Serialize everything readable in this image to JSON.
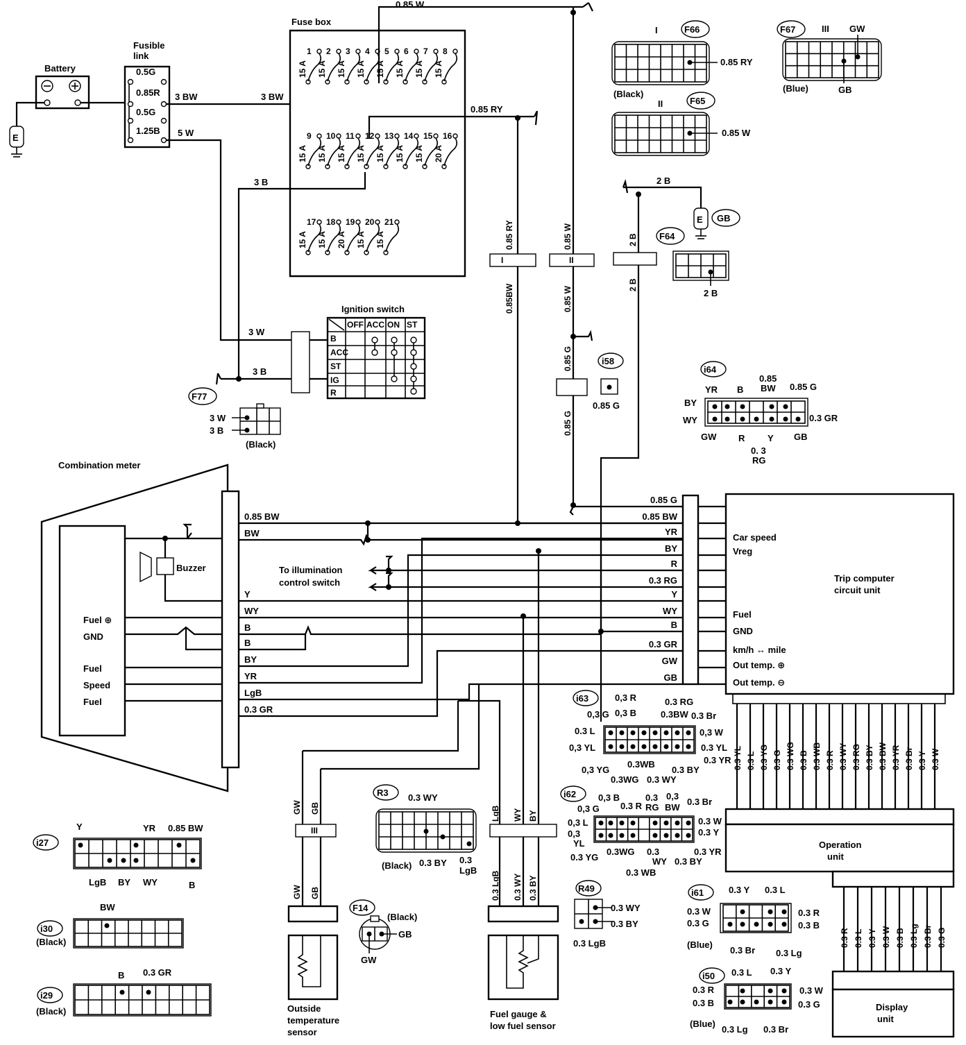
{
  "labels": {
    "battery": "Battery",
    "fusible_link": "Fusible\nlink",
    "fuse_box": "Fuse box",
    "ignition_switch": "Ignition switch",
    "combination_meter": "Combination meter",
    "buzzer": "Buzzer",
    "to_illumination": "To illumination\ncontrol switch",
    "trip_computer": "Trip computer\ncircuit unit",
    "operation_unit": "Operation\nunit",
    "display_unit": "Display\nunit",
    "outside_temp_sensor": "Outside\ntemperature\nsensor",
    "fuel_gauge_sensor": "Fuel gauge &\nlow fuel sensor",
    "ground": "E"
  },
  "fusible_link": [
    "0.5G",
    "0.85R",
    "0.5G",
    "1.25B"
  ],
  "fuse_rows": [
    {
      "numbers": [
        "1",
        "2",
        "3",
        "4",
        "5",
        "6",
        "7",
        "8"
      ],
      "ratings": [
        "15 A",
        "15 A",
        "15 A",
        "15 A",
        "15 A",
        "15 A",
        "15 A",
        "15 A"
      ]
    },
    {
      "numbers": [
        "9",
        "10",
        "11",
        "12",
        "13",
        "14",
        "15",
        "16"
      ],
      "ratings": [
        "15 A",
        "15 A",
        "15 A",
        "15 A",
        "15 A",
        "15 A",
        "15 A",
        "20 A"
      ]
    },
    {
      "numbers": [
        "17",
        "18",
        "19",
        "20",
        "21"
      ],
      "ratings": [
        "15 A",
        "15 A",
        "20 A",
        "15 A",
        "15 A"
      ]
    }
  ],
  "ignition": {
    "columns": [
      "OFF",
      "ACC",
      "ON",
      "ST"
    ],
    "rows": [
      "B",
      "ACC",
      "ST",
      "IG",
      "R"
    ]
  },
  "meter_terminals": [
    "Fuel ⊕",
    "GND",
    "Fuel",
    "Speed",
    "Fuel"
  ],
  "meter_wires": [
    "0.85 BW",
    "BW",
    "Y",
    "WY",
    "B",
    "B",
    "BY",
    "YR",
    "LgB",
    "0.3 GR"
  ],
  "trip_wires": [
    "0.85 G",
    "0.85 BW",
    "YR",
    "BY",
    "R",
    "0.3 RG",
    "Y",
    "WY",
    "B",
    "0.3 GR",
    "GW",
    "GB"
  ],
  "trip_terminals": [
    "Car speed",
    "Vreg",
    "Fuel",
    "GND",
    "km/h ↔ mile",
    "Out temp. ⊕",
    "Out temp. ⊖"
  ],
  "operation_wires": [
    "0.3 YL",
    "0.3 L",
    "0.3 YG",
    "0.3 G",
    "0.3 WG",
    "0.3 B",
    "0.3 WB",
    "0.3 R",
    "0.3 WY",
    "0.3 RG",
    "0.3 BY",
    "0.3 BW",
    "0.3 YR",
    "0.3 Br",
    "0.3 Y",
    "0.3 W"
  ],
  "display_wires": [
    "0.3 R",
    "0.3 L",
    "0.3 Y",
    "0.3 W",
    "0.3 B",
    "0.3 Lg",
    "0.3 Br",
    "0.3 G"
  ],
  "wire_labels": {
    "top_w": "0.85 W",
    "bw3a": "3 BW",
    "bw3b": "3 BW",
    "w5": "5 W",
    "ry": "0.85 RY",
    "b3": "3 B",
    "w3": "3 W",
    "b3b": "3 B",
    "b2top": "2 B",
    "v_ry": "0.85 RY",
    "v_bw": "0.85BW",
    "v_w1": "0.85 W",
    "v_w2": "0.85 W",
    "v_g1": "0.85 G",
    "v_g2": "0.85 G",
    "v_b1": "2 B",
    "v_b2": "2 B",
    "gw": "GW",
    "gb": "GB",
    "lgb": "LgB",
    "wy": "WY",
    "by": "BY",
    "l_lgb": "0.3 LgB",
    "l_wy": "0.3 WY",
    "l_by": "0.3 BY"
  },
  "connectors": {
    "F66": {
      "id": "F66",
      "roman": "I",
      "color": "(Black)",
      "wire": "0.85 RY"
    },
    "F65": {
      "id": "F65",
      "roman": "II",
      "wire": "0.85 W"
    },
    "F67": {
      "id": "F67",
      "roman": "III",
      "color": "(Blue)",
      "top": "GW",
      "bottom": "GB"
    },
    "F64": {
      "id": "F64",
      "wire": "2 B"
    },
    "GB": {
      "id": "GB"
    },
    "F77": {
      "id": "F77",
      "color": "(Black)",
      "w1": "3 W",
      "w2": "3 B"
    },
    "i58": {
      "id": "i58",
      "wire": "0.85 G"
    },
    "i64": {
      "id": "i64",
      "YR": "YR",
      "B": "B",
      "BW": "0.85\nBW",
      "G": "0.85 G",
      "BY": "BY",
      "WY": "WY",
      "GR": "0.3 GR",
      "GW": "GW",
      "R": "R",
      "Y": "Y",
      "GB": "GB",
      "RG": "0.3\nRG"
    },
    "i27": {
      "id": "i27",
      "Y": "Y",
      "YR": "YR",
      "BW": "0.85 BW",
      "LgB": "LgB",
      "BY": "BY",
      "WY": "WY",
      "B": "B"
    },
    "i30": {
      "id": "i30",
      "color": "(Black)",
      "BW": "BW"
    },
    "i29": {
      "id": "i29",
      "color": "(Black)",
      "B": "B",
      "GR": "0.3 GR"
    },
    "R3": {
      "id": "R3",
      "color": "(Black)",
      "WY": "0.3 WY",
      "BY": "0.3 BY",
      "LgB": "0.3\nLgB"
    },
    "F14": {
      "id": "F14",
      "color": "(Black)",
      "GB": "GB",
      "GW": "GW"
    },
    "R49": {
      "id": "R49",
      "WY": "0.3  WY",
      "BY": "0.3  BY",
      "LgB": "0.3  LgB"
    },
    "i63": {
      "id": "i63",
      "pins": [
        "0,3 R",
        "0.3 RG",
        "0,3 G",
        "0,3 B",
        "0.3BW",
        "0.3 Br",
        "0.3 L",
        "0,3 W",
        "0,3 YL",
        "0.3 YL",
        "0.3 YR",
        "0,3 YG",
        "0.3WB",
        "0.3 BY",
        "0.3WG",
        "0.3 WY"
      ]
    },
    "i62": {
      "id": "i62",
      "pins": [
        "0,3 B",
        "0.3",
        "0,3",
        "0,3 G",
        "0.3 R",
        "RG",
        "BW",
        "0.3 Br",
        "0,3 L",
        "0,3",
        "YL",
        "0.3 W",
        "0.3 Y",
        "0.3 YR",
        "0.3 YG",
        "0.3WG",
        "0.3",
        "WY",
        "0.3 WB",
        "0.3 BY"
      ]
    },
    "i61": {
      "id": "i61",
      "color": "(Blue)",
      "pins": [
        "0.3 Y",
        "0.3 L",
        "0.3 W",
        "0.3 R",
        "0.3 G",
        "0.3 B",
        "0.3 Br",
        "0.3 Lg"
      ]
    },
    "i50": {
      "id": "i50",
      "color": "(Blue)",
      "pins": [
        "0.3 L",
        "0.3 Y",
        "0.3 R",
        "0.3 W",
        "0.3 B",
        "0.3 G",
        "0.3 Lg",
        "0.3 Br"
      ]
    }
  }
}
